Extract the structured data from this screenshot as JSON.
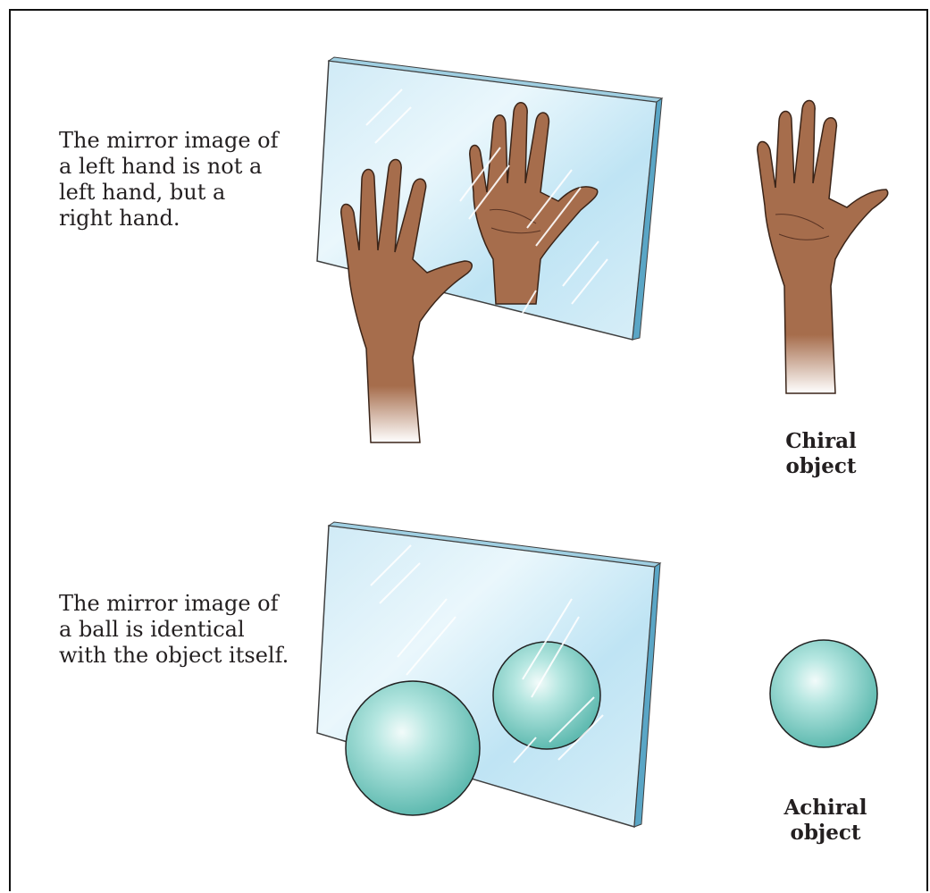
{
  "captions": {
    "chiral_text": [
      "The mirror image of",
      "a left hand is not a",
      "left hand, but a",
      "right hand."
    ],
    "achiral_text": [
      "The mirror image of",
      "a ball is identical",
      "with the object itself."
    ]
  },
  "labels": {
    "chiral": [
      "Chiral",
      "object"
    ],
    "achiral": [
      "Achiral",
      "object"
    ]
  },
  "colors": {
    "skin": "#a9704f",
    "skin_shadow": "#7a4a30",
    "mirror_light": "#e8f5fb",
    "mirror_mid": "#bfe3f3",
    "mirror_edge": "#5aa6c6",
    "ball": "#7fcfc6",
    "ball_highlight": "#e9f8f6"
  }
}
